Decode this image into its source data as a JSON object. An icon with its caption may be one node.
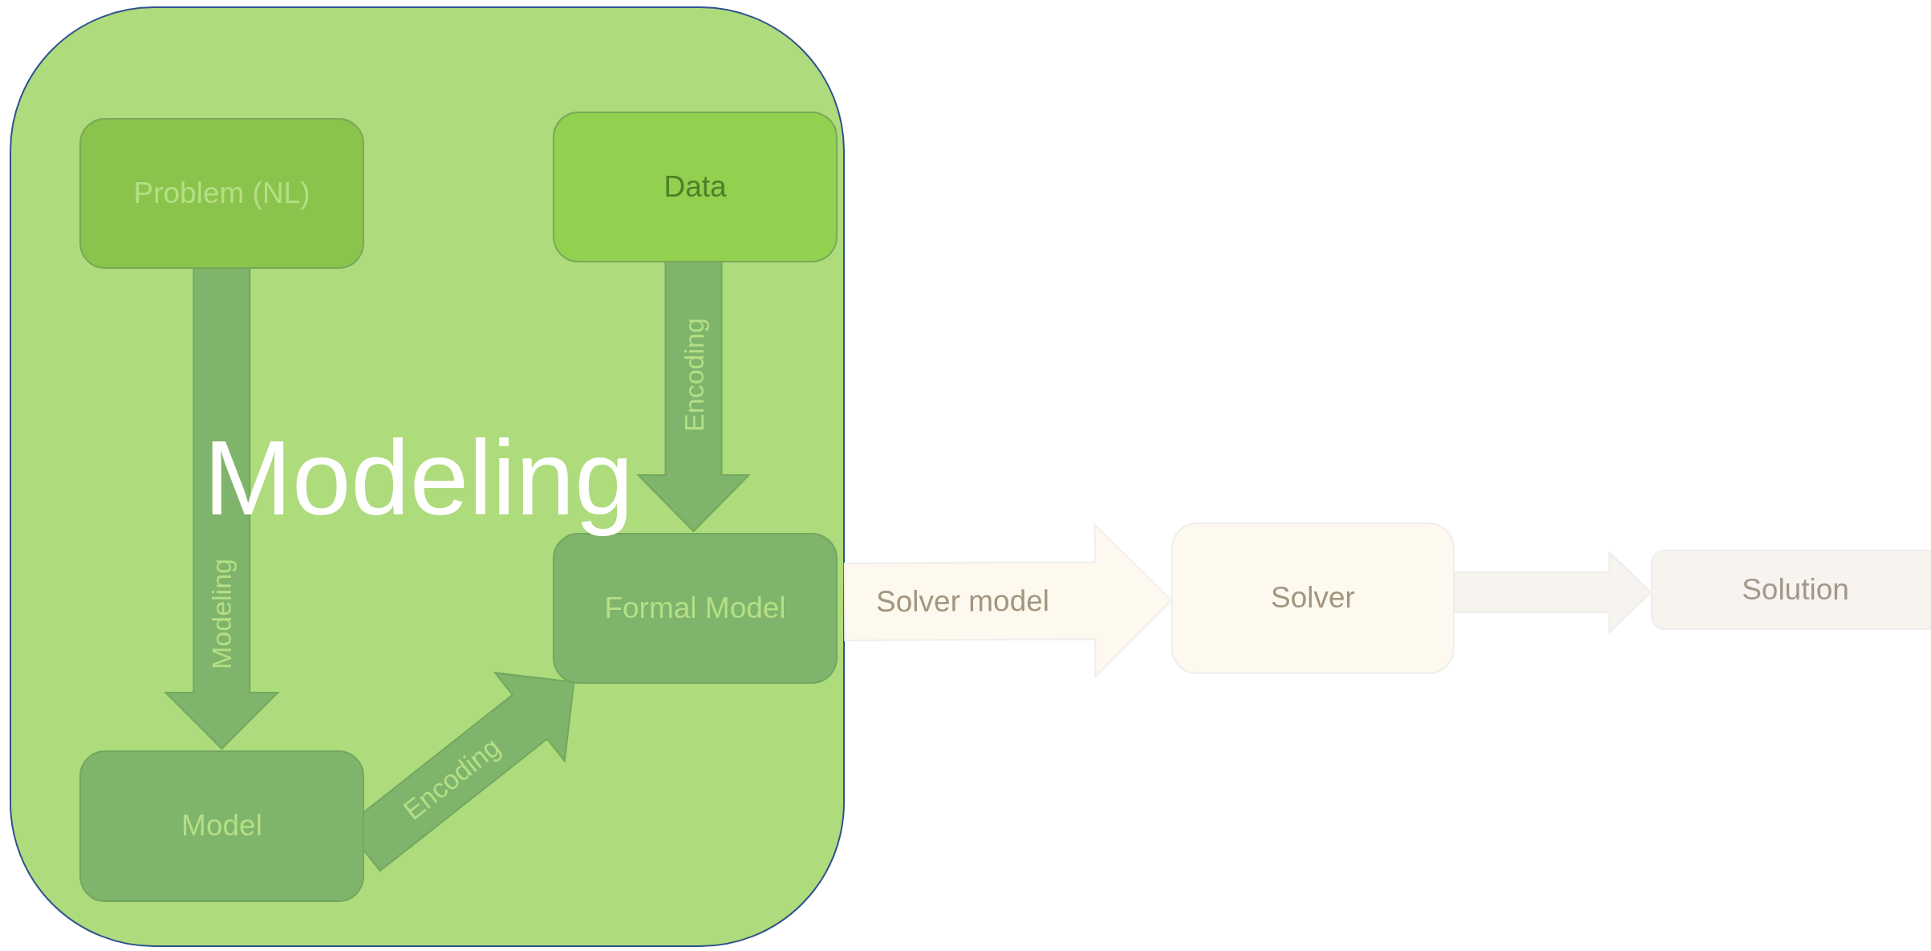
{
  "diagram": {
    "nodes": [
      {
        "text": [
          "Modeling"
        ]
      },
      {
        "text": [
          "Problem (NL)"
        ],
        "in": 0
      },
      {
        "text": [
          "Data"
        ],
        "in": 0
      },
      {
        "text": [
          "Formal Model"
        ],
        "in": 0
      },
      {
        "text": [
          "Model"
        ],
        "in": 0
      },
      {
        "text": [
          "Solver"
        ]
      },
      {
        "text": [
          "Solution"
        ]
      }
    ],
    "edges": [
      {
        "from": 1,
        "to": 4,
        "arrow": "to",
        "label": "Modeling",
        "style": "thick"
      },
      {
        "from": 2,
        "to": 3,
        "arrow": "to",
        "label": "Encoding",
        "style": "thick"
      },
      {
        "from": 4,
        "to": 3,
        "arrow": "to",
        "label": "Encoding",
        "style": "thick"
      },
      {
        "from": 0,
        "to": 5,
        "arrow": "to",
        "label": "Solver model",
        "style": "thick",
        "color": "#fef9ee"
      },
      {
        "from": 5,
        "to": 6,
        "arrow": "to",
        "style": "thick",
        "color": "#f7f3ef"
      }
    ]
  }
}
